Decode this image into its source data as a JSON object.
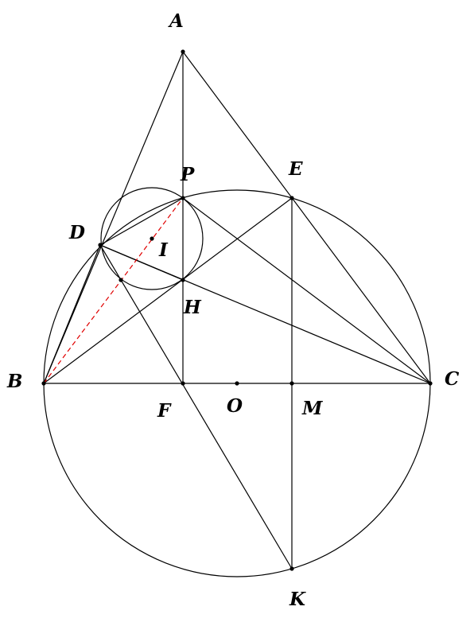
{
  "labels": {
    "A": "A",
    "B": "B",
    "C": "C",
    "D": "D",
    "E": "E",
    "F": "F",
    "H": "H",
    "I": "I",
    "K": "K",
    "M": "M",
    "O": "O",
    "P": "P"
  },
  "colors": {
    "line": "#000000",
    "dashed_segment": "#e00000",
    "background": "#ffffff"
  }
}
